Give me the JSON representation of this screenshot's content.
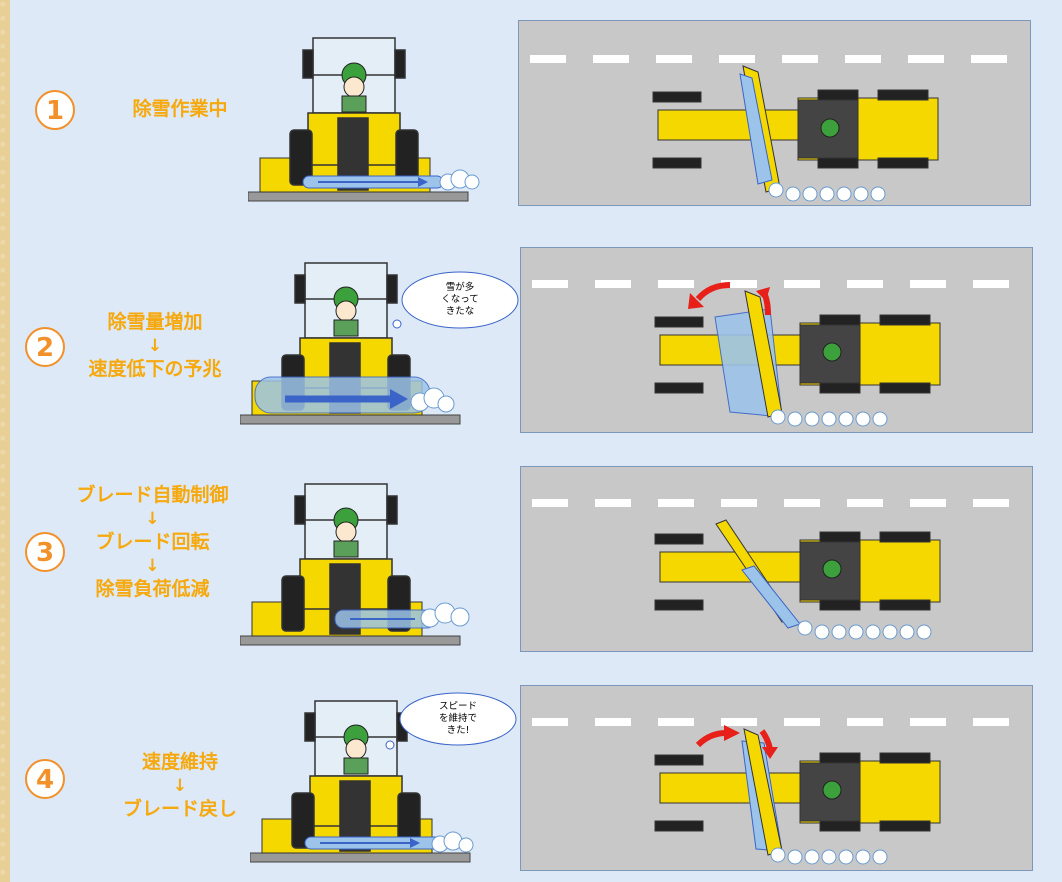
{
  "steps": [
    {
      "number": "1",
      "lines": [
        "除雪作業中"
      ],
      "bubble": null
    },
    {
      "number": "2",
      "lines": [
        "除雪量増加",
        "↓",
        "速度低下の予兆"
      ],
      "bubble": [
        "雪が多",
        "くなって",
        "きたな"
      ]
    },
    {
      "number": "3",
      "lines": [
        "ブレード自動制御",
        "↓",
        "ブレード回転",
        "↓",
        "除雪負荷低減"
      ],
      "bubble": null
    },
    {
      "number": "4",
      "lines": [
        "速度維持",
        "↓",
        "ブレード戻し"
      ],
      "bubble": [
        "スピード",
        "を維持で",
        "きた!"
      ]
    }
  ],
  "colors": {
    "panel_bg": "#dde9f6",
    "number_orange": "#f2902a",
    "text_orange": "#f6a90e",
    "machine_yellow": "#f5d800",
    "road_gray": "#c8c8c8",
    "snow_blue": "#9cc3ea",
    "arrow_red": "#e8201a",
    "arrow_blue": "#3a64c8"
  },
  "icons": [
    "motor-grader-front-view",
    "motor-grader-top-view",
    "operator-helmet-icon",
    "snow-cloud-icon",
    "thought-bubble-icon",
    "rotation-arrow-icon"
  ]
}
